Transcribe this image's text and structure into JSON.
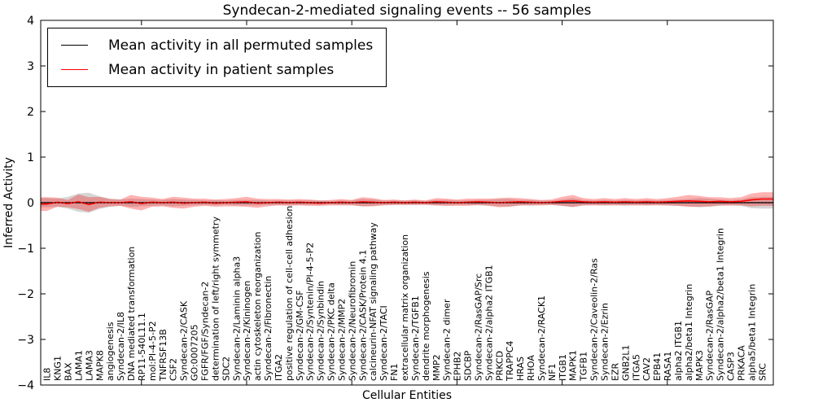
{
  "chart_data": {
    "type": "line",
    "title": "Syndecan-2-mediated signaling events -- 56 samples",
    "xlabel": "Cellular Entities",
    "ylabel": "Inferred Activity",
    "ylim": [
      -4,
      4
    ],
    "yticks": [
      "4",
      "3",
      "2",
      "1",
      "0",
      "−1",
      "−2",
      "−3",
      "−4"
    ],
    "grid": false,
    "legend_position": "upper left",
    "categories": [
      "IL8",
      "KNG1",
      "BAX",
      "LAMA1",
      "LAMA3",
      "MAPK8",
      "angiogenesis",
      "Syndecan-2/IL8",
      "DNA mediated transformation",
      "RP11-540L11.1",
      "mol:PI-4-5-P2",
      "TNFRSF13B",
      "CSF2",
      "Syndecan-2/CASK",
      "GO:0007205",
      "FGFR/FGF/Syndecan-2",
      "determination of left/right symmetry",
      "SDC2",
      "Syndecan-2/Laminin alpha3",
      "Syndecan-2/Kininogen",
      "actin cytoskeleton reorganization",
      "Syndecan-2/Fibronectin",
      "ITGA2",
      "positive regulation of cell-cell adhesion",
      "Syndecan-2/GM-CSF",
      "Syndecan-2/Syntenin/PI-4-5-P2",
      "Syndecan-2/Synbindin",
      "Syndecan-2/PKC delta",
      "Syndecan-2/MMP2",
      "Syndecan-2/Neurofibromin",
      "Syndecan-2/CASK/Protein 4.1",
      "calcineurin-NFAT signaling pathway",
      "Syndecan-2/TACI",
      "FN1",
      "extracellular matrix organization",
      "Syndecan-2/TGFB1",
      "dendrite morphogenesis",
      "MMP2",
      "Syndecan-2 dimer",
      "EPHB2",
      "SDCBP",
      "Syndecan-2/RasGAP/Src",
      "Syndecan-2/alpha2 ITGB1",
      "PRKCD",
      "TRAPPC4",
      "HRAS",
      "RHOA",
      "Syndecan-2/RACK1",
      "NF1",
      "ITGB1",
      "MAPK1",
      "TGFB1",
      "Syndecan-2/Caveolin-2/Ras",
      "Syndecan-2/Ezrin",
      "EZR",
      "GNB2L1",
      "ITGA5",
      "CAV2",
      "EPB41",
      "RASA1",
      "alpha2 ITGB1",
      "alpha2/beta1 Integrin",
      "MAPK3",
      "Syndecan-2/RasGAP",
      "Syndecan-2/alpha2/beta1 Integrin",
      "CASP3",
      "PRKACA",
      "alpha5/beta1 Integrin",
      "SRC"
    ],
    "series": [
      {
        "role": "permuted-mean",
        "name": "Mean activity in all permuted samples",
        "color": "#000000",
        "style": "solid",
        "width": 1.3,
        "constant": 0
      },
      {
        "role": "patient-mean",
        "name": "Mean activity in patient samples",
        "color": "#ff0000",
        "style": "solid",
        "width": 1.6,
        "values": [
          -0.03,
          0.01,
          -0.02,
          0.02,
          -0.04,
          0.01,
          0,
          0,
          0.02,
          -0.02,
          0.01,
          0,
          0.01,
          -0.01,
          0,
          0.01,
          -0.01,
          0,
          0.01,
          0.02,
          -0.01,
          0,
          0.01,
          0,
          0.01,
          0,
          -0.01,
          0,
          0.01,
          0,
          0.02,
          0.01,
          0,
          0.01,
          0,
          0.01,
          0,
          0.02,
          0.01,
          0,
          0.01,
          0.02,
          0.01,
          0,
          0.01,
          0.02,
          0.01,
          0,
          0.01,
          0.03,
          0.04,
          0.02,
          0.01,
          0.02,
          0.01,
          0.02,
          0.01,
          0.02,
          0.01,
          0.02,
          0.03,
          0.04,
          0.03,
          0.02,
          0.03,
          0.02,
          0.03,
          0.06,
          0.08
        ]
      },
      {
        "role": "permuted-std-band",
        "color": "#808080",
        "opacity": 0.32,
        "center_role": "permuted-mean",
        "half_width": [
          0.1,
          0.09,
          0.13,
          0.2,
          0.22,
          0.14,
          0.09,
          0.07,
          0.09,
          0.08,
          0.07,
          0.06,
          0.08,
          0.07,
          0.06,
          0.05,
          0.06,
          0.05,
          0.06,
          0.06,
          0.06,
          0.05,
          0.05,
          0.05,
          0.05,
          0.05,
          0.05,
          0.04,
          0.05,
          0.05,
          0.08,
          0.07,
          0.05,
          0.05,
          0.05,
          0.05,
          0.04,
          0.06,
          0.06,
          0.05,
          0.05,
          0.06,
          0.06,
          0.08,
          0.08,
          0.06,
          0.06,
          0.05,
          0.05,
          0.07,
          0.1,
          0.06,
          0.05,
          0.06,
          0.05,
          0.06,
          0.05,
          0.06,
          0.05,
          0.06,
          0.07,
          0.08,
          0.1,
          0.09,
          0.07,
          0.06,
          0.07,
          0.12,
          0.13
        ]
      },
      {
        "role": "patient-std-band",
        "color": "#ff0000",
        "opacity": 0.3,
        "center_role": "patient-mean",
        "half_width": [
          0.15,
          0.1,
          0.08,
          0.16,
          0.16,
          0.12,
          0.08,
          0.07,
          0.15,
          0.15,
          0.1,
          0.08,
          0.12,
          0.12,
          0.09,
          0.08,
          0.08,
          0.08,
          0.09,
          0.11,
          0.1,
          0.08,
          0.07,
          0.07,
          0.07,
          0.07,
          0.06,
          0.06,
          0.07,
          0.06,
          0.1,
          0.09,
          0.06,
          0.06,
          0.05,
          0.06,
          0.05,
          0.08,
          0.08,
          0.07,
          0.08,
          0.07,
          0.08,
          0.1,
          0.1,
          0.08,
          0.07,
          0.06,
          0.06,
          0.1,
          0.13,
          0.08,
          0.07,
          0.08,
          0.07,
          0.08,
          0.07,
          0.08,
          0.07,
          0.08,
          0.1,
          0.13,
          0.12,
          0.1,
          0.09,
          0.08,
          0.09,
          0.14,
          0.15
        ]
      },
      {
        "role": "zero-reference",
        "color": "#000000",
        "style": "dotted",
        "width": 1.3,
        "constant": 0
      }
    ]
  }
}
